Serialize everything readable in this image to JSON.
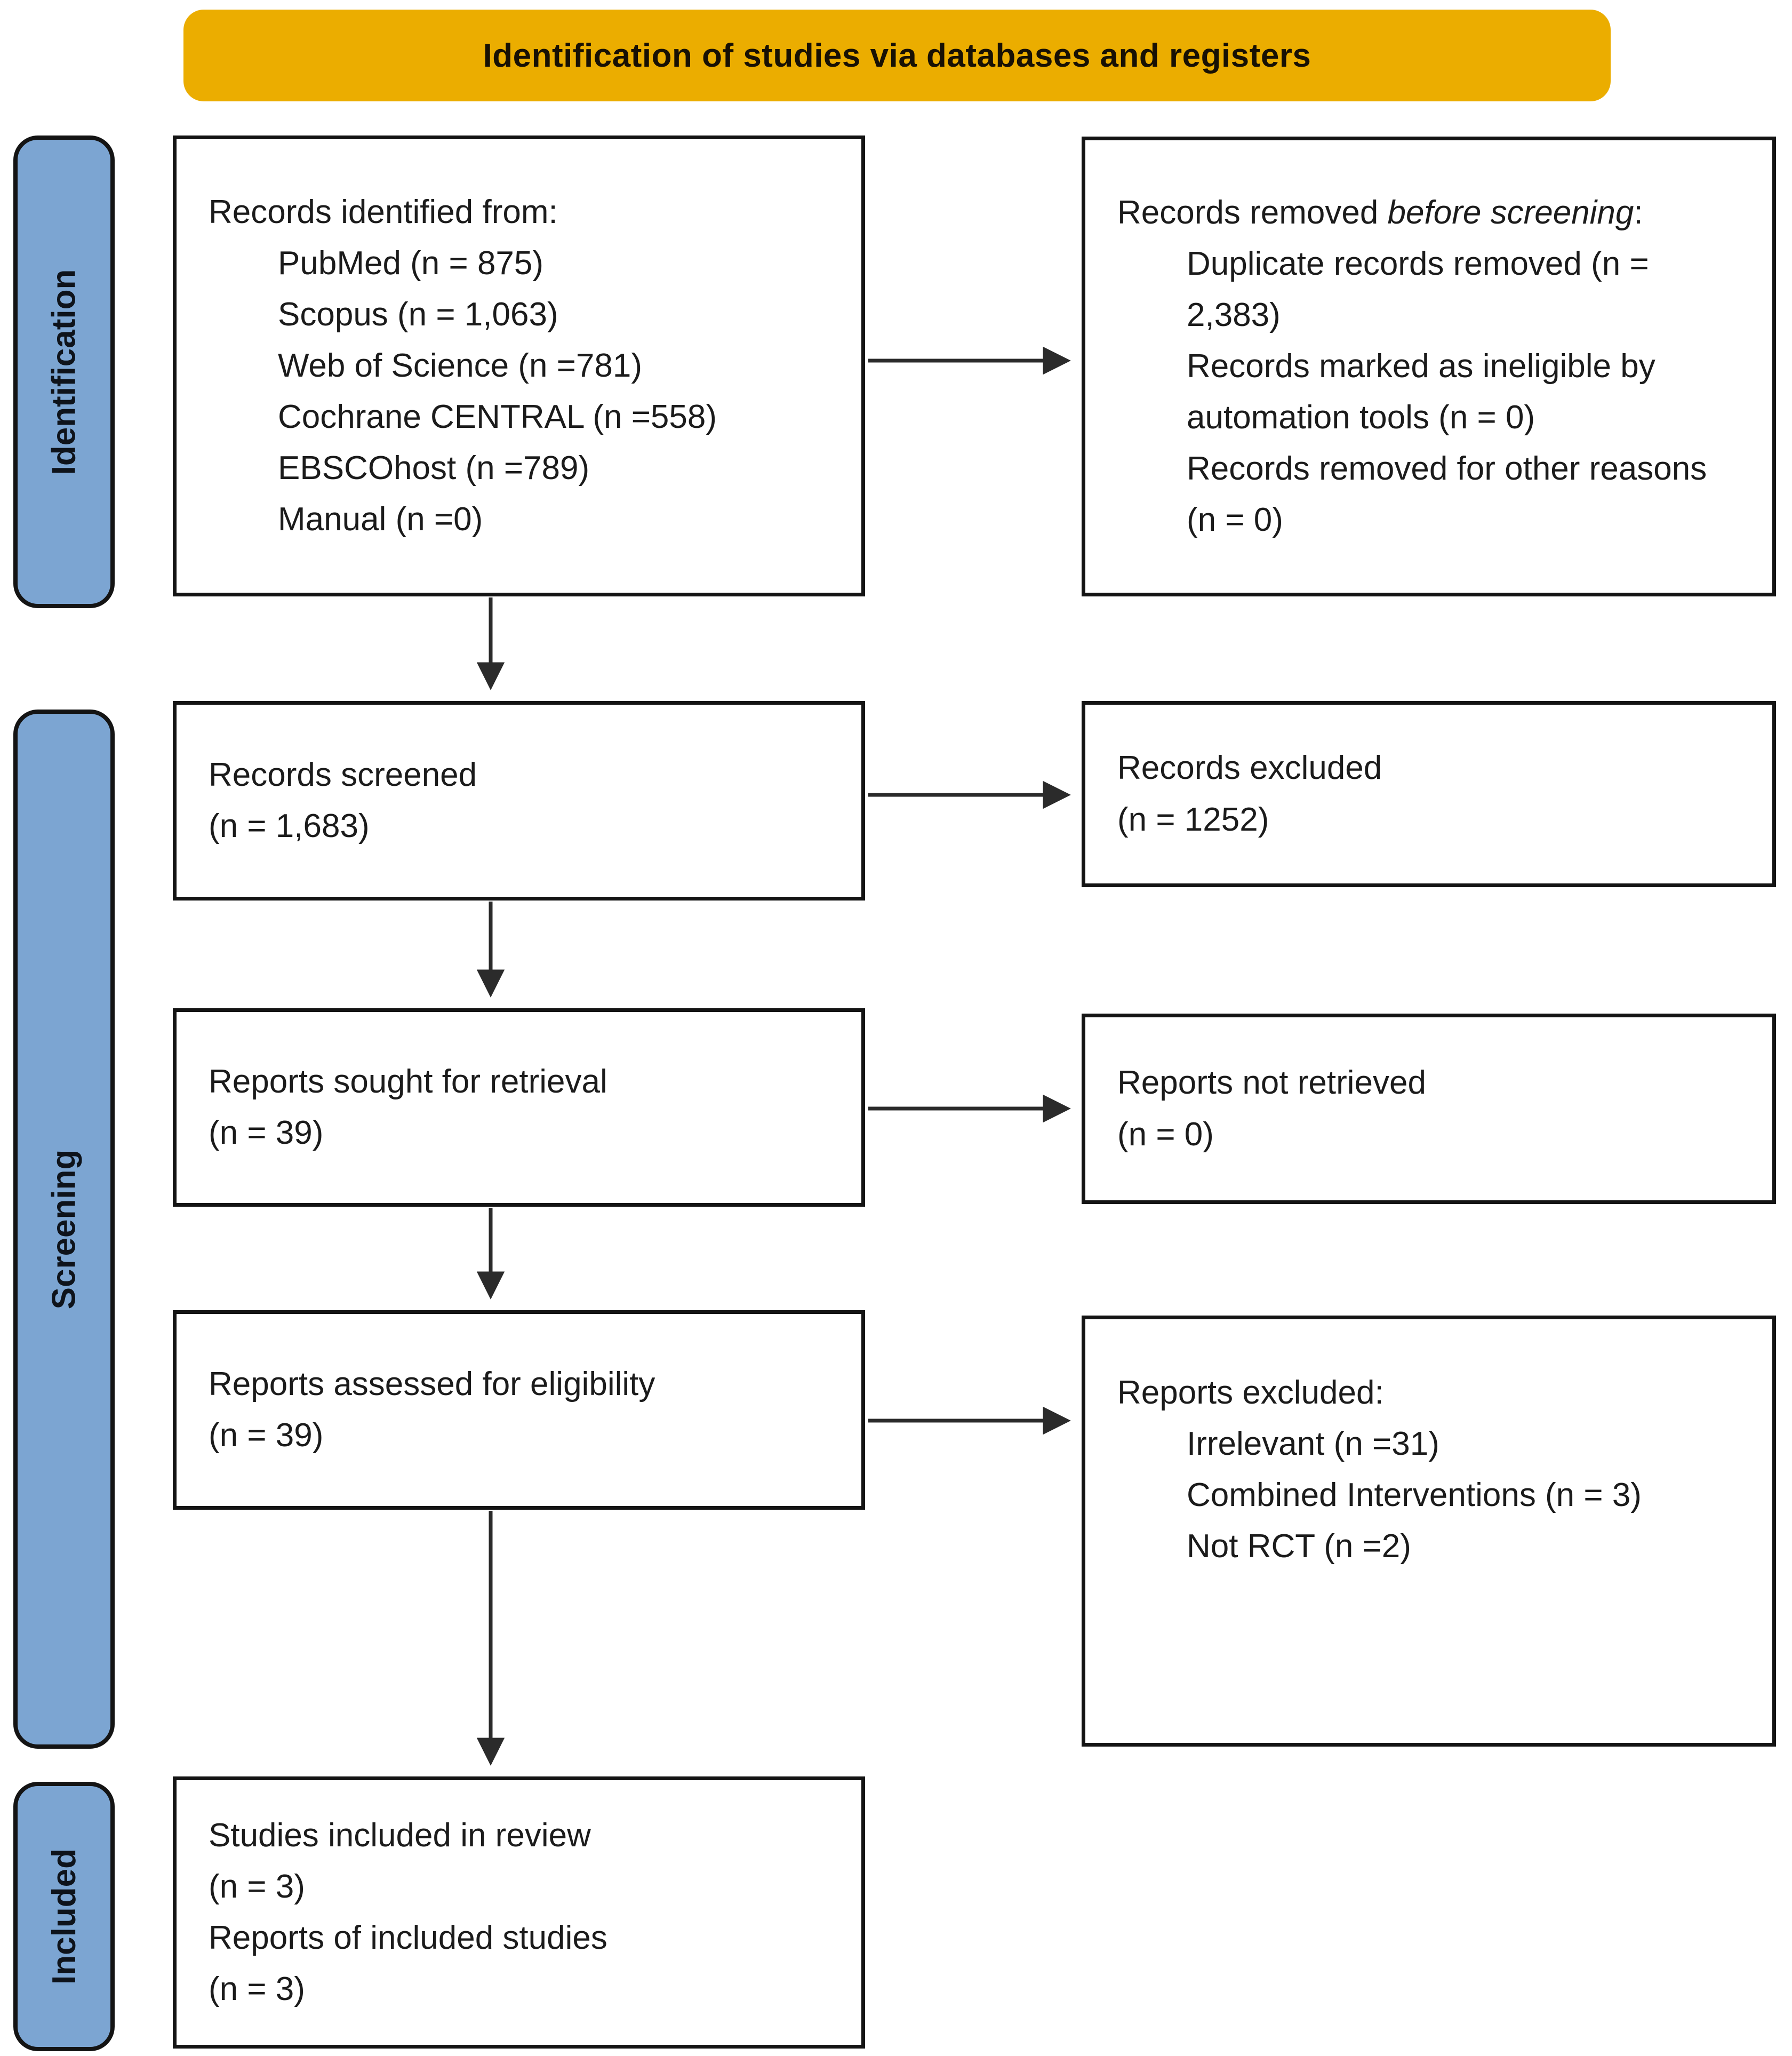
{
  "title_banner": {
    "label": "Identification of studies via databases and registers"
  },
  "sidebar": {
    "identification": "Identification",
    "screening": "Screening",
    "included": "Included"
  },
  "boxes": {
    "records_identified": {
      "title": "Records identified from:",
      "items": [
        "PubMed (n = 875)",
        "Scopus (n = 1,063)",
        "Web of Science (n =781)",
        "Cochrane CENTRAL (n =558)",
        "EBSCOhost (n =789)",
        "Manual (n =0)"
      ]
    },
    "records_removed": {
      "title_prefix": "Records removed ",
      "title_italic": "before screening",
      "title_suffix": ":",
      "items": [
        "Duplicate records removed (n = 2,383)",
        "Records marked as ineligible by automation tools (n = 0)",
        "Records removed for other reasons (n = 0)"
      ]
    },
    "records_screened": {
      "lines": [
        "Records screened",
        "(n = 1,683)"
      ]
    },
    "records_excluded": {
      "lines": [
        "Records excluded",
        "(n = 1252)"
      ]
    },
    "reports_sought": {
      "lines": [
        "Reports sought for retrieval",
        "(n = 39)"
      ]
    },
    "reports_not_retrieved": {
      "lines": [
        "Reports not retrieved",
        "(n = 0)"
      ]
    },
    "reports_assessed": {
      "lines": [
        "Reports assessed for eligibility",
        "(n = 39)"
      ]
    },
    "reports_excluded": {
      "title": "Reports excluded:",
      "items": [
        "Irrelevant (n =31)",
        "Combined Interventions (n = 3)",
        "Not RCT (n =2)"
      ]
    },
    "studies_included": {
      "lines": [
        "Studies included in review",
        "(n = 3)",
        "Reports of included studies",
        "(n = 3)"
      ]
    }
  },
  "colors": {
    "banner-bg": "#EBAD00",
    "sidebar-bg": "#7CA5D2",
    "box-border": "#141414",
    "text": "#1b1b1b",
    "arrow": "#2b2b2b",
    "page-bg": "#ffffff"
  }
}
